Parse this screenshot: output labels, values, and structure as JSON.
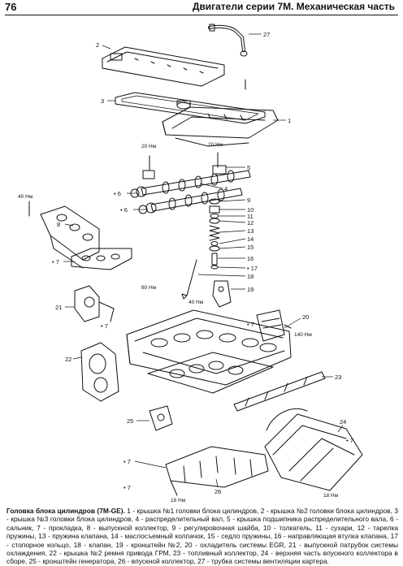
{
  "header": {
    "page_number": "76",
    "title": "Двигатели серии 7М. Механическая часть"
  },
  "torque_labels": {
    "t20a": "20 Нм",
    "t20b": "20 Нм",
    "t40a": "40 Нм",
    "t80": "80 Нм",
    "t40b": "40 Нм",
    "t140": "140 Нм",
    "t18a": "18 Нм",
    "t18b": "18 Нм"
  },
  "callouts": {
    "c1": "1",
    "c2": "2",
    "c3": "3",
    "c4": "4",
    "c5": "5",
    "c6a": "• 6",
    "c6b": "• 6",
    "c7a": "• 7",
    "c7b": "• 7",
    "c7c": "• 7",
    "c7d": "• 7",
    "c7e": "• 7",
    "c7f": "• 7",
    "c8": "8",
    "c9": "9",
    "c10": "10",
    "c11": "11",
    "c12": "12",
    "c13": "13",
    "c14": "14",
    "c15": "15",
    "c16": "16",
    "c17": "• 17",
    "c18": "18",
    "c19": "19",
    "c20": "20",
    "c21": "21",
    "c22": "22",
    "c23": "23",
    "c24": "24",
    "c25": "25",
    "c26": "26",
    "c27": "27"
  },
  "caption": {
    "lead": "Головка блока цилиндров (7M-GE).",
    "text": " 1 - крышка №1 головки блока цилиндров, 2 - крышка №2 головки блока цилиндров, 3 - крышка №3 головки блока цилиндров, 4 - распределительный вал, 5 - крышка подшипника распределительного вала, 6 - сальник, 7 - прокладка, 8 - выпускной коллектор, 9 - регулировочная шайба, 10 - толкатель, 11 - сухари, 12 - тарелка пружины, 13 - пружина клапана, 14 - маслосъемный колпачок, 15 - седло пружины, 16 - направляющая втулка клапана, 17 - стопорное кольцо, 18 - клапан, 19 - кронштейн №2, 20 - охладитель системы EGR, 21 - выпускной патрубок системы охлаждения, 22 - крышка №2 ремня привода ГРМ, 23 - топливный коллектор, 24 - верхняя часть впускного коллектора в сборе, 25 - кронштейн генератора, 26 - впускной коллектор, 27 - трубка системы вентиляции картера."
  }
}
